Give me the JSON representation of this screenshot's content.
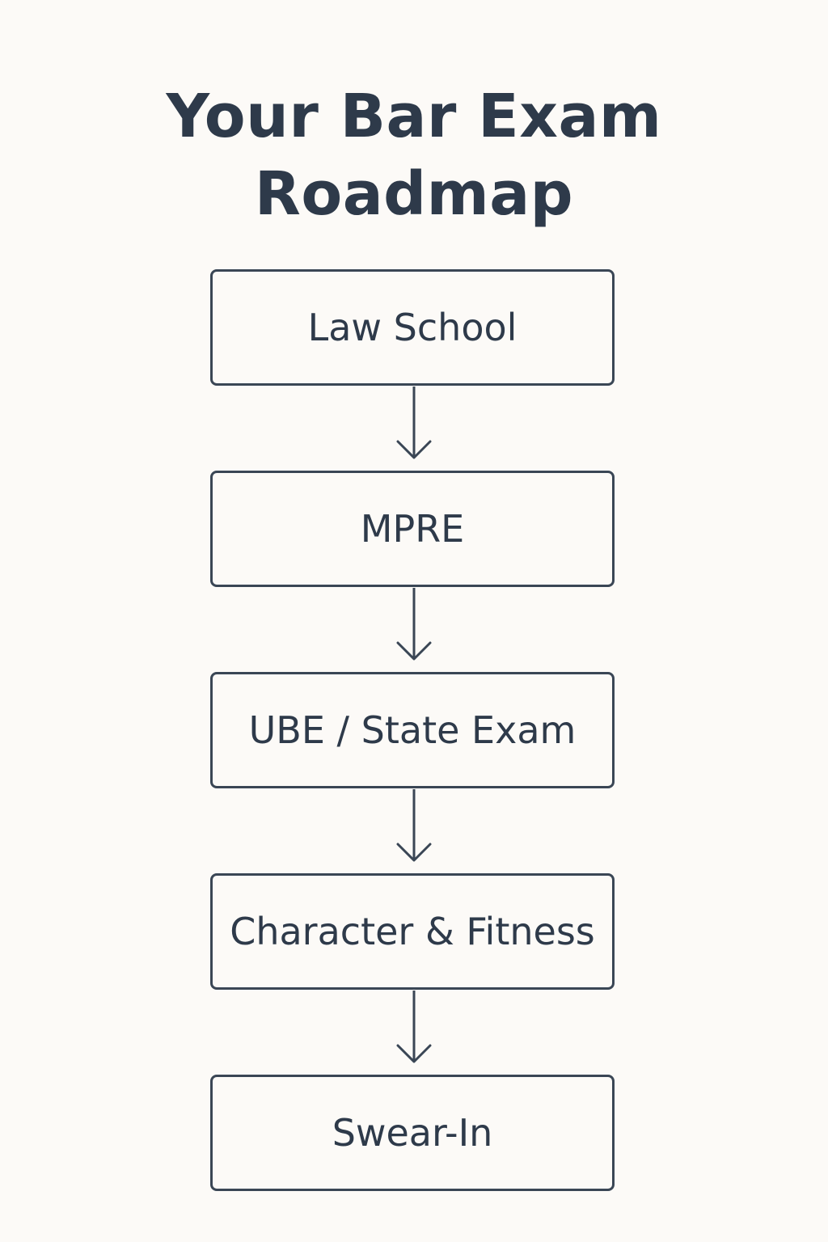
{
  "title": {
    "line1": "Your Bar Exam",
    "line2": "Roadmap"
  },
  "steps": [
    {
      "label": "Law School"
    },
    {
      "label": "MPRE"
    },
    {
      "label": "UBE / State Exam"
    },
    {
      "label": "Character & Fitness"
    },
    {
      "label": "Swear-In"
    }
  ],
  "colors": {
    "background": "#fcfaf7",
    "ink": "#2e3a4a",
    "stroke": "#3a4655"
  }
}
